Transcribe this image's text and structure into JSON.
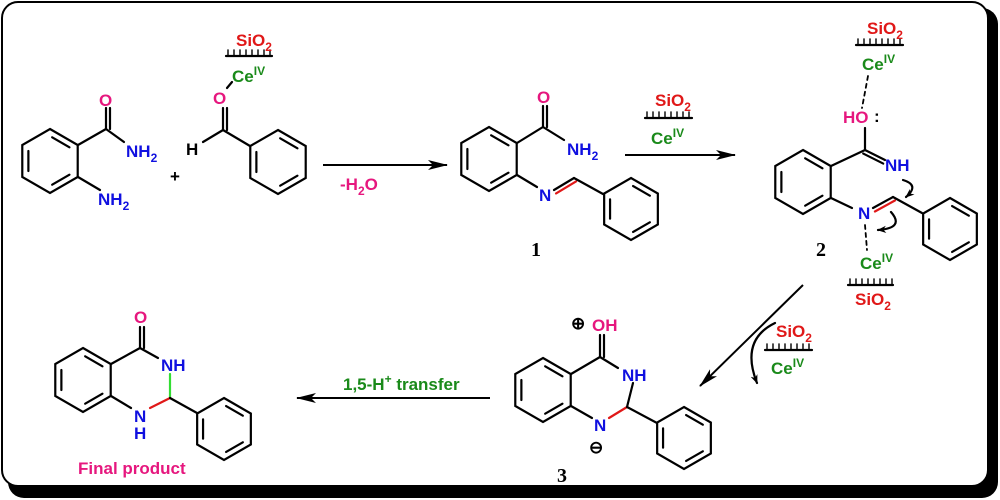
{
  "scheme": {
    "reactant_amide": {
      "o": "O",
      "nh2_top": "NH",
      "nh2_bottom": "NH",
      "sub2": "2"
    },
    "plus": "+",
    "aldehyde": {
      "o": "O",
      "h": "H",
      "ce": "Ce",
      "ce_sup": "IV",
      "sio": "SiO",
      "sio_sub": "2"
    },
    "step1": {
      "label": "-H",
      "label_sub": "2",
      "label_end": "O"
    },
    "compound1": {
      "o": "O",
      "nh2": "NH",
      "sub2": "2",
      "n": "N",
      "number": "1"
    },
    "step2": {
      "sio": "SiO",
      "sio_sub": "2",
      "ce": "Ce",
      "ce_sup": "IV"
    },
    "compound2": {
      "ho": "HO",
      "lone_pair": ":",
      "nh": "NH",
      "n": "N",
      "number": "2",
      "top_ce": "Ce",
      "top_ce_sup": "IV",
      "top_sio": "SiO",
      "top_sio_sub": "2",
      "bottom_ce": "Ce",
      "bottom_ce_sup": "IV",
      "bottom_sio": "SiO",
      "bottom_sio_sub": "2"
    },
    "step3": {
      "sio": "SiO",
      "sio_sub": "2",
      "ce": "Ce",
      "ce_sup": "IV"
    },
    "compound3": {
      "oh": "OH",
      "plus_charge": "⊕",
      "nh": "NH",
      "n": "N",
      "minus_charge": "⊖",
      "number": "3"
    },
    "step4": {
      "label": "1,5-H",
      "label_sup": "+",
      "label_end": " transfer"
    },
    "final_product": {
      "o": "O",
      "nh": "NH",
      "n": "N",
      "h": "H",
      "caption": "Final product"
    }
  },
  "colors": {
    "nitrogen": "#1010e0",
    "oxygen": "#e6177e",
    "silica": "#e01818",
    "cerium": "#1a8a1a",
    "new_bond_red": "#e01818",
    "new_bond_green": "#33dd33"
  }
}
